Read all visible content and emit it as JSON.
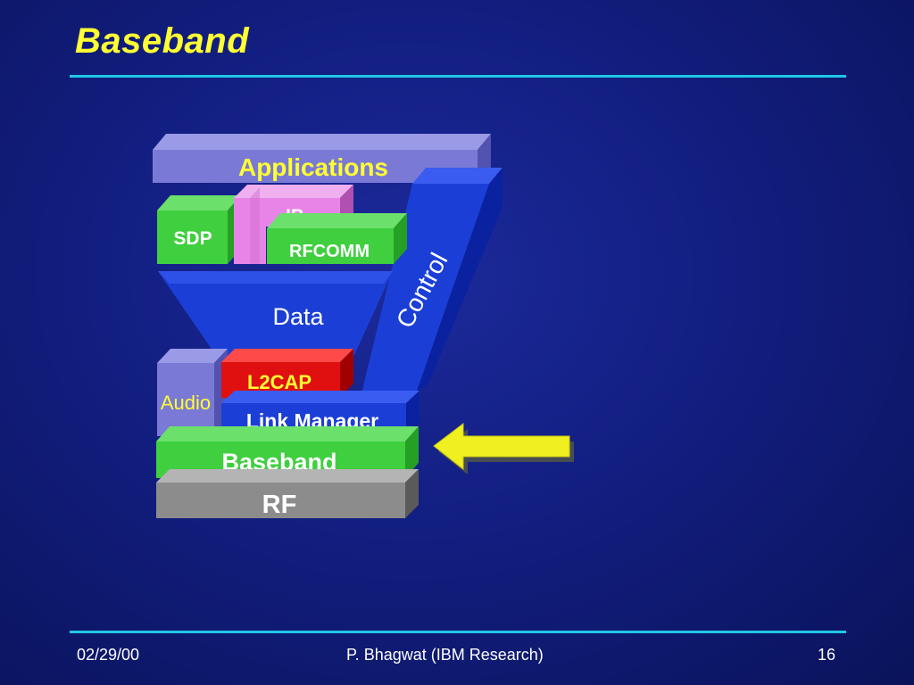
{
  "slide": {
    "title": "Baseband",
    "footer_date": "02/29/00",
    "footer_author": "P. Bhagwat  (IBM Research)",
    "footer_page": "16"
  },
  "diagram": {
    "applications": "Applications",
    "ip": "IP",
    "sdp": "SDP",
    "rfcomm": "RFCOMM",
    "data": "Data",
    "control": "Control",
    "audio": "Audio",
    "l2cap": "L2CAP",
    "link_manager": "Link Manager",
    "baseband": "Baseband",
    "rf": "RF"
  },
  "colors": {
    "background": "#121e80",
    "title": "#ffff33",
    "rule": "#20c6e6",
    "applications": "#7a7ad6",
    "ip": "#e884e8",
    "green_layer": "#3fcf3f",
    "blue_layer": "#1b3fd6",
    "l2cap": "#e01010",
    "rf": "#8c8c8c",
    "arrow": "#f0f020"
  }
}
